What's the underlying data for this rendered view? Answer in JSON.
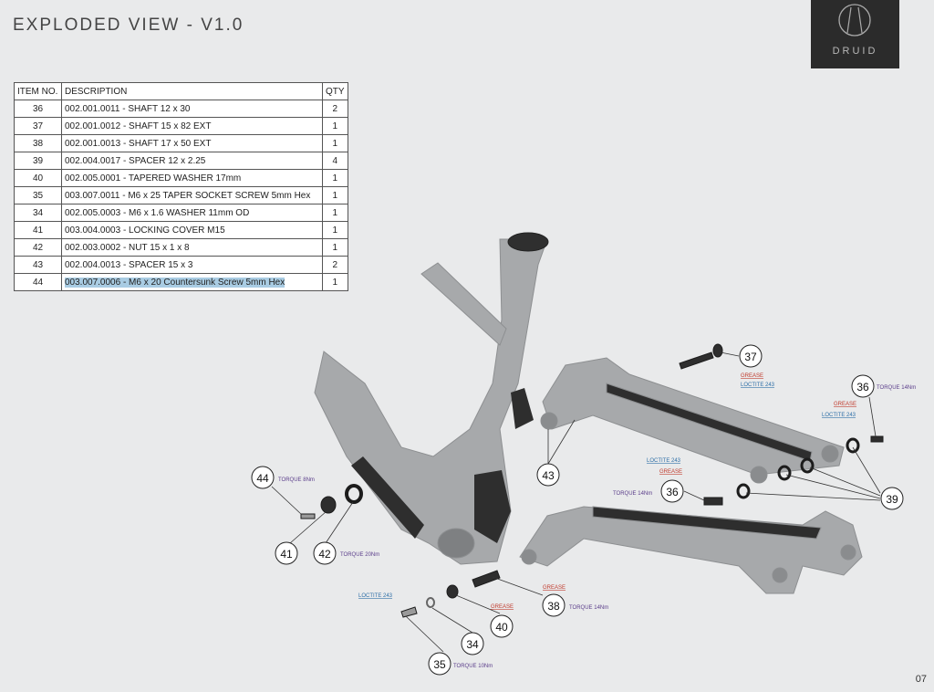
{
  "title": "EXPLODED VIEW - V1.0",
  "logo": {
    "text": "DRUID"
  },
  "table": {
    "headers": {
      "item": "ITEM NO.",
      "description": "DESCRIPTION",
      "qty": "QTY"
    },
    "rows": [
      {
        "item": "36",
        "description": "002.001.0011 - SHAFT 12 x 30",
        "qty": "2"
      },
      {
        "item": "37",
        "description": "002.001.0012 - SHAFT 15 x 82 EXT",
        "qty": "1"
      },
      {
        "item": "38",
        "description": "002.001.0013 - SHAFT 17 x 50 EXT",
        "qty": "1"
      },
      {
        "item": "39",
        "description": "002.004.0017 - SPACER 12 x 2.25",
        "qty": "4"
      },
      {
        "item": "40",
        "description": "002.005.0001 - TAPERED WASHER 17mm",
        "qty": "1"
      },
      {
        "item": "35",
        "description": "003.007.0011 - M6 x 25 TAPER SOCKET SCREW 5mm Hex",
        "qty": "1"
      },
      {
        "item": "34",
        "description": "002.005.0003 - M6 x 1.6 WASHER 11mm OD",
        "qty": "1"
      },
      {
        "item": "41",
        "description": "003.004.0003 - LOCKING COVER M15",
        "qty": "1"
      },
      {
        "item": "42",
        "description": "002.003.0002 - NUT 15 x 1 x 8",
        "qty": "1"
      },
      {
        "item": "43",
        "description": "002.004.0013 - SPACER 15 x 3",
        "qty": "2"
      },
      {
        "item": "44",
        "description": "003.007.0006 - M6 x 20 Countersunk Screw 5mm Hex",
        "qty": "1"
      }
    ]
  },
  "callouts": {
    "c37": {
      "num": "37",
      "grease": "GREASE",
      "loctite": "LOCTITE 243"
    },
    "c36a": {
      "num": "36",
      "torque": "TORQUE 14Nm",
      "grease": "GREASE",
      "loctite": "LOCTITE 243"
    },
    "c36b": {
      "num": "36",
      "torque": "TORQUE 14Nm",
      "grease": "GREASE",
      "loctite": "LOCTITE 243"
    },
    "c39": {
      "num": "39"
    },
    "c43": {
      "num": "43"
    },
    "c44": {
      "num": "44",
      "torque": "TORQUE 8Nm"
    },
    "c41": {
      "num": "41"
    },
    "c42": {
      "num": "42",
      "torque": "TORQUE 20Nm"
    },
    "c38": {
      "num": "38",
      "torque": "TORQUE 14Nm",
      "grease": "GREASE"
    },
    "c40": {
      "num": "40",
      "grease": "GREASE"
    },
    "c34": {
      "num": "34",
      "loctite": "LOCTITE 243"
    },
    "c35": {
      "num": "35",
      "torque": "TORQUE 10Nm"
    }
  },
  "colors": {
    "grease": "#c0392b",
    "loctite": "#2e6fa7",
    "torque": "#5a3d8a",
    "frame": "#a7a9ab",
    "highlight": "#a9cce3"
  },
  "page_number": "07"
}
